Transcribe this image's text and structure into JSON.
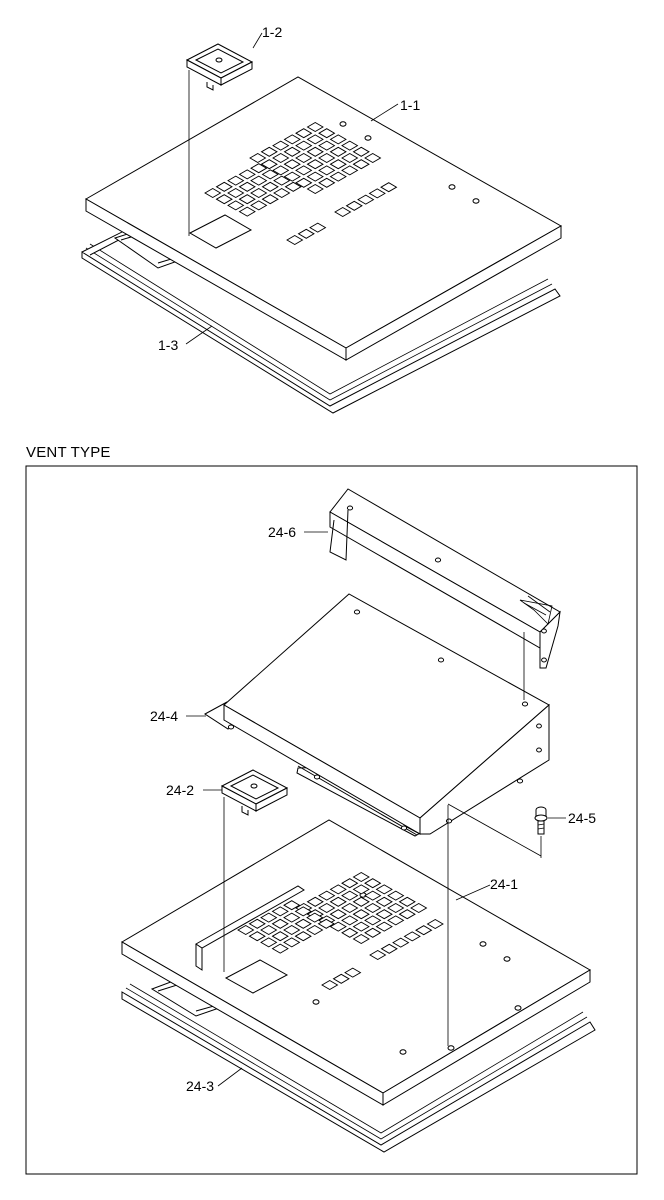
{
  "section_title": "VENT TYPE",
  "labels": {
    "l_1_1": "1-1",
    "l_1_2": "1-2",
    "l_1_3": "1-3",
    "l_24_1": "24-1",
    "l_24_2": "24-2",
    "l_24_3": "24-3",
    "l_24_4": "24-4",
    "l_24_5": "24-5",
    "l_24_6": "24-6"
  }
}
